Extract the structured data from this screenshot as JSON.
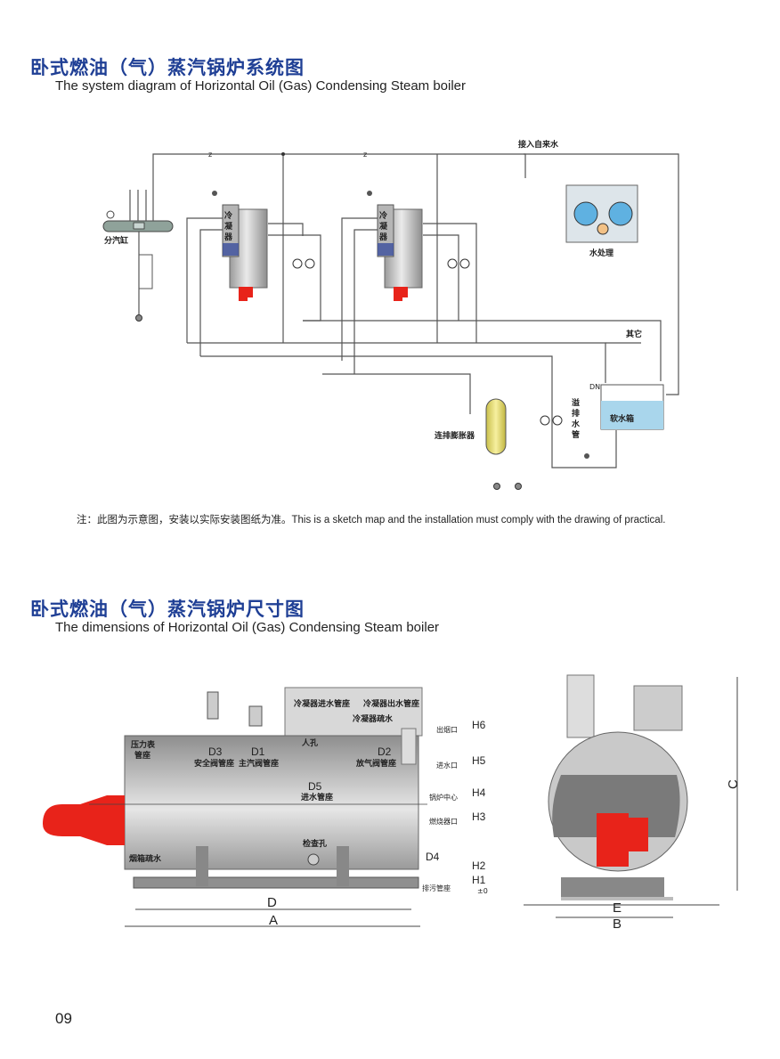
{
  "system_section": {
    "title_cn": "卧式燃油（气）蒸汽锅炉系统图",
    "title_en": "The system diagram of Horizontal Oil (Gas) Condensing Steam boiler",
    "labels": {
      "steam_header": "分汽缸",
      "condenser_chars": [
        "冷",
        "凝",
        "器"
      ],
      "tap_water_inlet": "接入自来水",
      "water_treatment": "水处理",
      "other": "其它",
      "blowdown_expander": "连排膨胀器",
      "overflow_pipe_chars": [
        "溢",
        "排",
        "水",
        "管"
      ],
      "soft_water_tank": "软水箱",
      "dn": "DN",
      "z_mark": "z"
    },
    "note": "注：此图为示意图，安装以实际安装图纸为准。This is a sketch map and the installation must comply with the drawing of practical."
  },
  "dimension_section": {
    "title_cn": "卧式燃油（气）蒸汽锅炉尺寸图",
    "title_en": "The dimensions of Horizontal Oil (Gas) Condensing Steam boiler",
    "side_labels": {
      "condenser_inlet": "冷凝器进水管座",
      "condenser_outlet": "冷凝器出水管座",
      "condenser_drain": "冷凝器疏水",
      "pressure_gauge": [
        "压力表",
        "管座"
      ],
      "manhole": "人孔",
      "d3_code": "D3",
      "d3_name": "安全阀管座",
      "d1_code": "D1",
      "d1_name": "主汽阀管座",
      "d2_code": "D2",
      "d2_name": "放气阀管座",
      "d5_code": "D5",
      "d5_name": "进水管座",
      "d4_code": "D4",
      "smokebox_drain": "烟箱疏水",
      "inspection_hole": "检查孔"
    },
    "height_marks": [
      {
        "code": "H6",
        "name": "出烟口"
      },
      {
        "code": "H5",
        "name": "进水口"
      },
      {
        "code": "H4",
        "name": "锅炉中心"
      },
      {
        "code": "H3",
        "name": "燃烧器口"
      },
      {
        "code": "H2",
        "name": ""
      },
      {
        "code": "H1",
        "name": "排污管座"
      }
    ],
    "zero_mark": "±0",
    "dims": {
      "D": "D",
      "A": "A",
      "E": "E",
      "B": "B",
      "C": "C"
    }
  },
  "page_number": "09",
  "colors": {
    "title_blue": "#1f3f95",
    "burner_red": "#e8231a",
    "water_blue": "#a9d6ec",
    "expander_yellow": "#efe78c",
    "boiler_gray": "#c4c4c4"
  }
}
